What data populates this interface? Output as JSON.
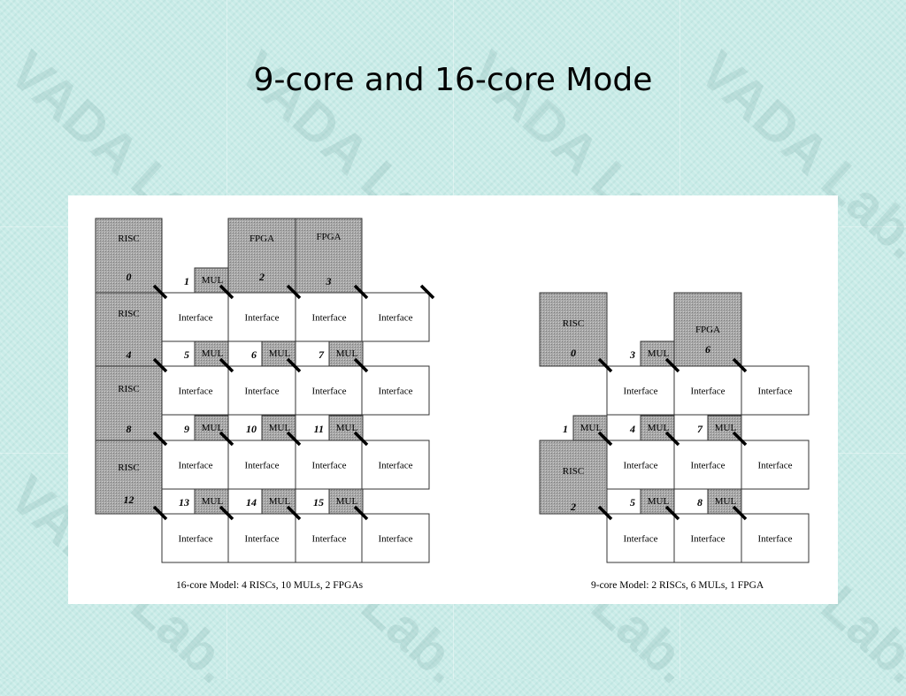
{
  "slide": {
    "title": "9-core and 16-core Mode",
    "watermark": "VADA Lab."
  },
  "diagrams": [
    {
      "caption": "16-core Model:   4 RISCs, 10 MULs, 2 FPGAs",
      "interface_label": "Interface",
      "mul_label": "MUL",
      "cores": [
        {
          "id": "0",
          "type": "RISC"
        },
        {
          "id": "2",
          "type": "FPGA"
        },
        {
          "id": "3",
          "type": "FPGA"
        },
        {
          "id": "4",
          "type": "RISC"
        },
        {
          "id": "8",
          "type": "RISC"
        },
        {
          "id": "12",
          "type": "RISC"
        }
      ],
      "muls": [
        "1",
        "5",
        "6",
        "7",
        "9",
        "10",
        "11",
        "13",
        "14",
        "15"
      ]
    },
    {
      "caption": "9-core Model:   2 RISCs, 6 MULs, 1 FPGA",
      "interface_label": "Interface",
      "mul_label": "MUL",
      "cores": [
        {
          "id": "0",
          "type": "RISC"
        },
        {
          "id": "6",
          "type": "FPGA"
        },
        {
          "id": "2",
          "type": "RISC"
        }
      ],
      "muls": [
        "3",
        "1",
        "4",
        "7",
        "5",
        "8"
      ]
    }
  ],
  "colors": {
    "core_fill": "#9a9a9a",
    "mul_fill": "#a4a4a4",
    "interface_fill": "#ffffff",
    "stroke": "#333333"
  }
}
